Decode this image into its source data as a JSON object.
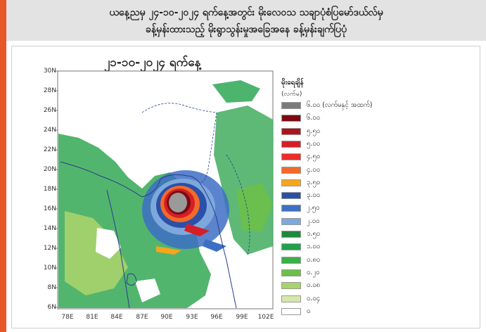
{
  "header": {
    "line1": "ယနေ့ညမှ ၂၄-၁၀-၂၀၂၄ ရက်နေ့အတွင်း မိုးလေဝသ သချာပုံစံပြမော်ဒယ်လ်မှ",
    "line2": "ခန့်မှန်းထားသည့် မိုးရွာသွန်းမှုအခြေအနေ ခန့်မှန်းချက်ပြပုံ"
  },
  "map": {
    "title": "၂၁-၁၀-၂၀၂၄ ရက်နေ့",
    "y_labels": [
      "30N",
      "28N",
      "26N",
      "24N",
      "22N",
      "20N",
      "18N",
      "16N",
      "14N",
      "12N",
      "10N",
      "8N",
      "6N"
    ],
    "x_labels": [
      "78E",
      "81E",
      "84E",
      "87E",
      "90E",
      "93E",
      "96E",
      "99E",
      "102E"
    ]
  },
  "legend": {
    "title": "မိုးရေချိန်",
    "unit": "(လက်မ)",
    "items": [
      {
        "label": "၆.၀၀ (လက်မနှင့် အထက်)",
        "color": "#7b7b7b"
      },
      {
        "label": "၆.၀၀",
        "color": "#7d0a10"
      },
      {
        "label": "၅.၅၀",
        "color": "#b0121b"
      },
      {
        "label": "၅.၀၀",
        "color": "#d51f26"
      },
      {
        "label": "၄.၅၀",
        "color": "#ee2a2a"
      },
      {
        "label": "၄.၀၀",
        "color": "#f26a2b"
      },
      {
        "label": "၃.၅၀",
        "color": "#f7a51d"
      },
      {
        "label": "၃.၀၀",
        "color": "#2b50a8"
      },
      {
        "label": "၂.၅၀",
        "color": "#3d6fc4"
      },
      {
        "label": "၂.၀၀",
        "color": "#7ea8dc"
      },
      {
        "label": "၁.၅၀",
        "color": "#1b8a3c"
      },
      {
        "label": "၁.၀၀",
        "color": "#21a14a"
      },
      {
        "label": "၀.၈၀",
        "color": "#3bb04a"
      },
      {
        "label": "၀.၂၀",
        "color": "#6cc04a"
      },
      {
        "label": "၀.၀၈",
        "color": "#a8d36b"
      },
      {
        "label": "၀.၀၄",
        "color": "#d6e8a9"
      },
      {
        "label": "၀",
        "color": "#ffffff"
      }
    ]
  }
}
